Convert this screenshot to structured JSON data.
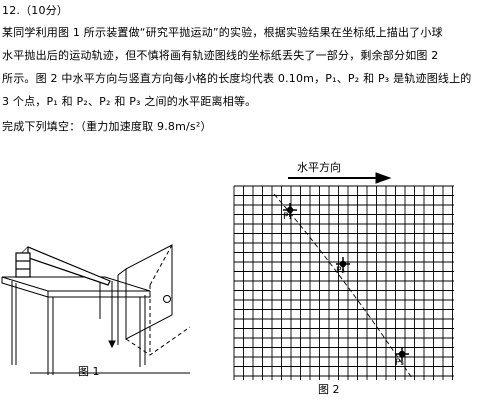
{
  "question": {
    "header": "12.（10分）",
    "line1": "某同学利用图 1 所示装置做“研究平抛运动”的实验，根据实验结果在坐标纸上描出了小球",
    "line2": "水平抛出后的运动轨迹，但不慎将画有轨迹图线的坐标纸丢失了一部分，剩余部分如图 2",
    "line3": "所示。图 2 中水平方向与竖直方向每小格的长度均代表 0.10m，P₁、P₂ 和 P₃ 是轨迹图线上的",
    "line4": "3 个点，P₁ 和 P₂、P₂ 和 P₃ 之间的水平距离相等。",
    "instruction": "完成下列填空：（重力加速度取 9.8m/s²）"
  },
  "figure1": {
    "caption": "图 1"
  },
  "figure2": {
    "caption": "图 2",
    "arrow_label": "水平方向",
    "points": [
      {
        "label": "P₁"
      },
      {
        "label": "P₂"
      },
      {
        "label": "P₃"
      }
    ]
  }
}
